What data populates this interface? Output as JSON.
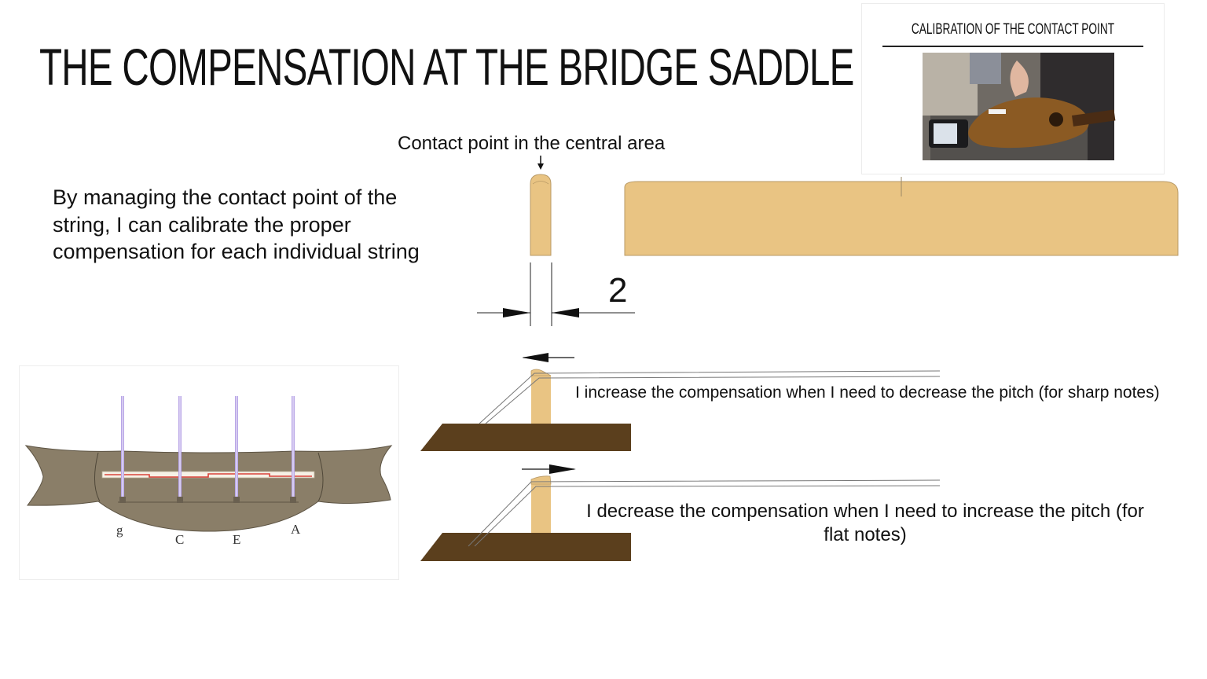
{
  "slide": {
    "title": "THE COMPENSATION AT THE BRIDGE SADDLE",
    "intro": "By managing the contact point of the string, I can calibrate the proper compensation for each individual string"
  },
  "diagram": {
    "contact_caption": "Contact point in the central area",
    "dimension": "2",
    "label_increase": "I increase the compensation when I need to decrease the pitch (for sharp notes)",
    "label_decrease": "I decrease the compensation when I need to increase the pitch (for flat notes)"
  },
  "card": {
    "title": "CALIBRATION OF THE CONTACT POINT"
  },
  "ukulele": {
    "strings": [
      "g",
      "C",
      "E",
      "A"
    ]
  },
  "colors": {
    "saddle": "#e9c483",
    "saddle_edge": "#b99a66",
    "bridge_wood": "#5b3f1d",
    "bridge_body": "#8a7e68",
    "string": "#b9a6e6",
    "saddle_line": "#d9433a"
  }
}
